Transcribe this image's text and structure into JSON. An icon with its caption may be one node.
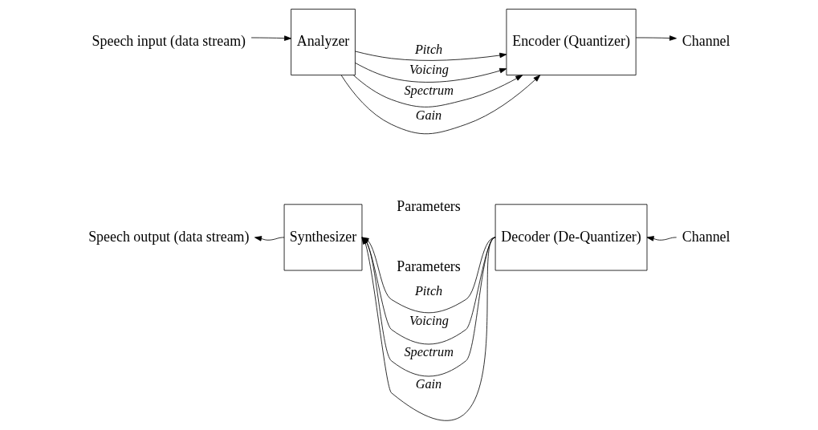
{
  "diagram": {
    "nodes": [
      {
        "text": [
          "Speech input (data stream)"
        ]
      },
      {
        "text": [
          "Analyzer"
        ]
      },
      {
        "text": [
          "Encoder (Quantizer)"
        ]
      },
      {
        "text": [
          "Channel"
        ]
      },
      {
        "text": [
          "Speech output (data stream)"
        ]
      },
      {
        "text": [
          "Synthesizer"
        ]
      },
      {
        "text": [
          "Decoder (De-Quantizer)"
        ]
      },
      {
        "text": [
          "Channel"
        ]
      }
    ],
    "edges": [
      {
        "from": 0,
        "to": 1,
        "arrow": "to"
      },
      {
        "from": 1,
        "to": 2,
        "arrow": "to",
        "label": "Pitch"
      },
      {
        "from": 1,
        "to": 2,
        "arrow": "to",
        "label": "Voicing"
      },
      {
        "from": 1,
        "to": 2,
        "arrow": "to",
        "label": "Spectrum"
      },
      {
        "from": 1,
        "to": 2,
        "arrow": "to",
        "label": "Gain"
      },
      {
        "from": 2,
        "to": 3,
        "arrow": "to"
      },
      {
        "from": 7,
        "to": 6,
        "arrow": "to"
      },
      {
        "from": 6,
        "to": 5,
        "arrow": "to",
        "label": "Pitch"
      },
      {
        "from": 6,
        "to": 5,
        "arrow": "to",
        "label": "Voicing"
      },
      {
        "from": 6,
        "to": 5,
        "arrow": "to",
        "label": "Spectrum"
      },
      {
        "from": 6,
        "to": 5,
        "arrow": "to",
        "label": "Gain"
      },
      {
        "from": 5,
        "to": 4,
        "arrow": "to"
      }
    ],
    "labels": [
      "Parameters",
      "Parameters"
    ]
  }
}
